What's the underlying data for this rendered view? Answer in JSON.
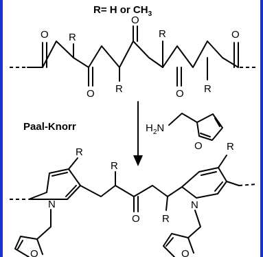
{
  "header": {
    "text": "R= H or CH",
    "subscript": "3"
  },
  "reaction": {
    "name": "Paal-Knorr",
    "reagent_h": "H",
    "reagent_sub": "2",
    "reagent_n": "N"
  },
  "atoms": {
    "oxygen": "O",
    "nitrogen": "N",
    "substituent": "R"
  },
  "colors": {
    "frame": "#1a33cc",
    "ink": "#000000"
  }
}
